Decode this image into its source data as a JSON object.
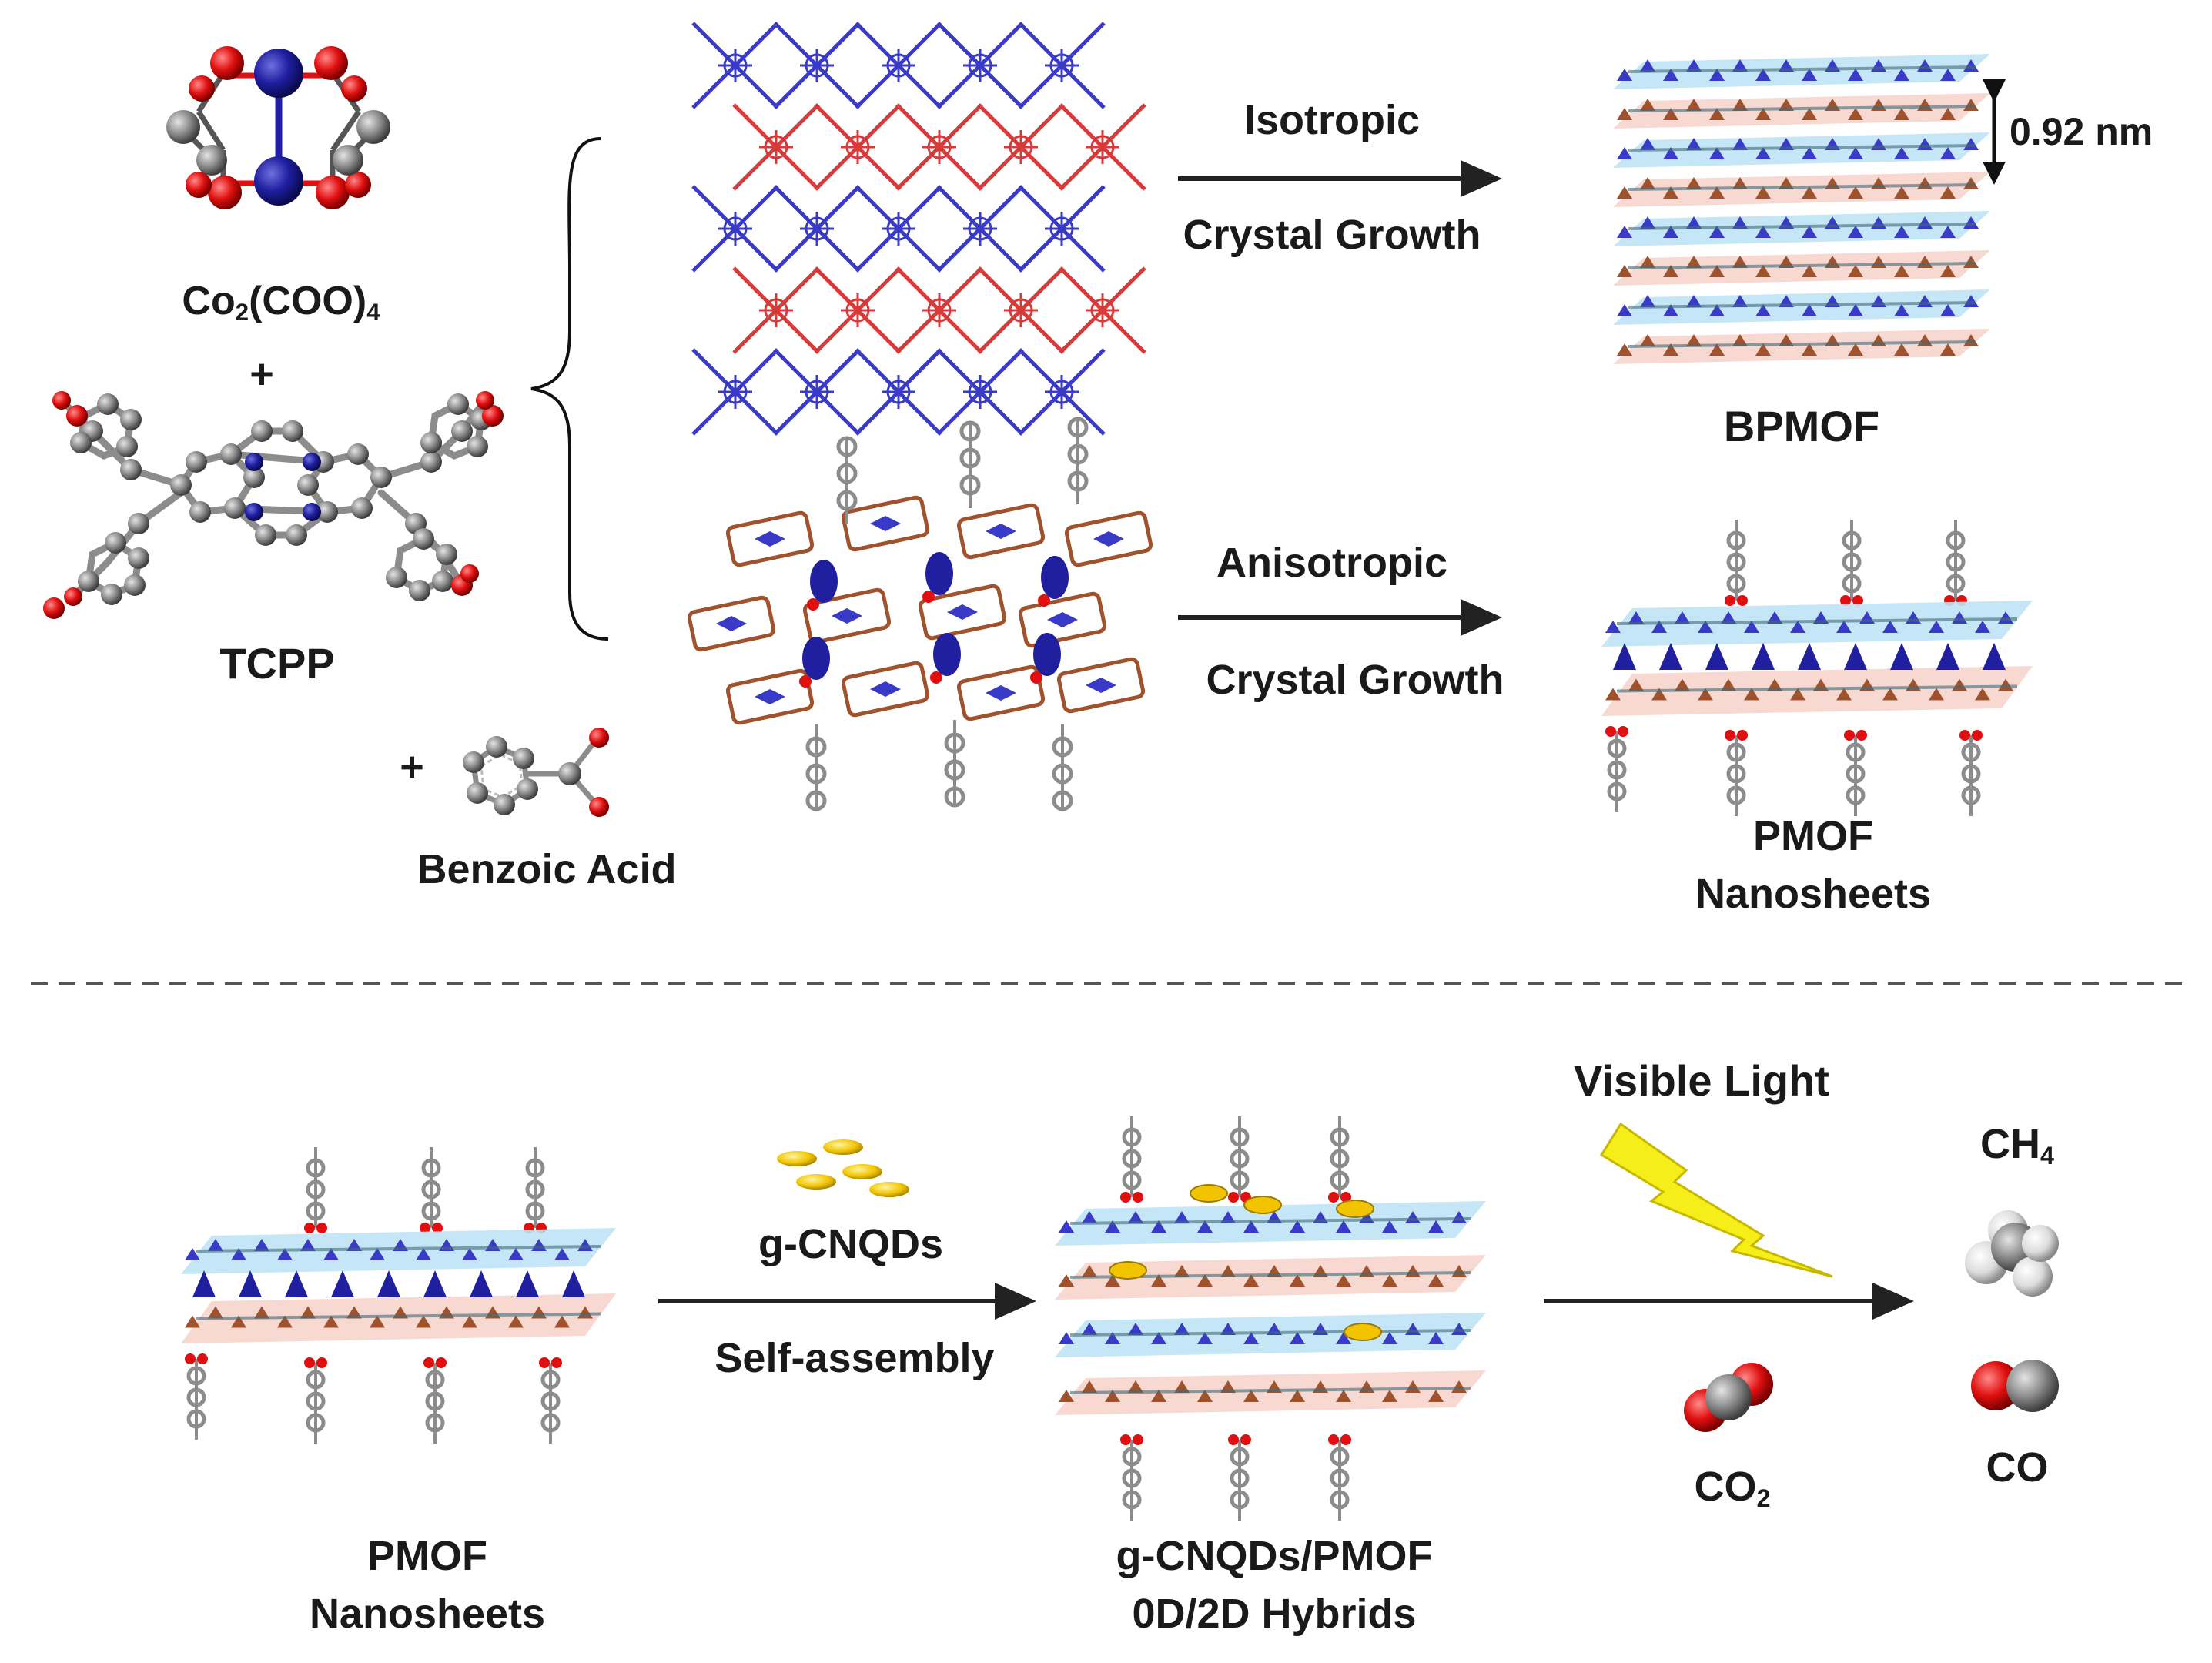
{
  "top": {
    "precursor_cluster": {
      "main": "Co",
      "sub1": "2",
      "mid": "(COO)",
      "sub2": "4"
    },
    "plus_1": "+",
    "tcpp_label": "TCPP",
    "plus_2": "+",
    "benzoic_label": "Benzoic Acid",
    "route_isotropic": {
      "line1": "Isotropic",
      "line2": "Crystal Growth"
    },
    "route_anisotropic": {
      "line1": "Anisotropic",
      "line2": "Crystal Growth"
    },
    "bpmof_label": "BPMOF",
    "interlayer_spacing": "0.92 nm",
    "pmof_label": {
      "line1": "PMOF",
      "line2": "Nanosheets"
    }
  },
  "bottom": {
    "pmof_label": {
      "line1": "PMOF",
      "line2": "Nanosheets"
    },
    "step1": {
      "line1": "g-CNQDs",
      "line2": "Self-assembly"
    },
    "hybrid_label": {
      "line1": "g-CNQDs/PMOF",
      "line2": "0D/2D Hybrids"
    },
    "light_label": "Visible Light",
    "co2": {
      "main": "CO",
      "sub": "2"
    },
    "ch4": {
      "main": "CH",
      "sub": "4"
    },
    "co_label": "CO"
  },
  "colors": {
    "cobalt": "#1f1fa0",
    "oxygen": "#e01010",
    "carbon": "#8c8c8c",
    "blue_layer": "#bfe3f5",
    "pink_layer": "#f6d5cc",
    "framework_blue": "#3a3ac8",
    "framework_red": "#d83a3a",
    "framework_brown": "#a0522d",
    "quantum_dot": "#f2c400",
    "lightning": "#f5ee18"
  }
}
